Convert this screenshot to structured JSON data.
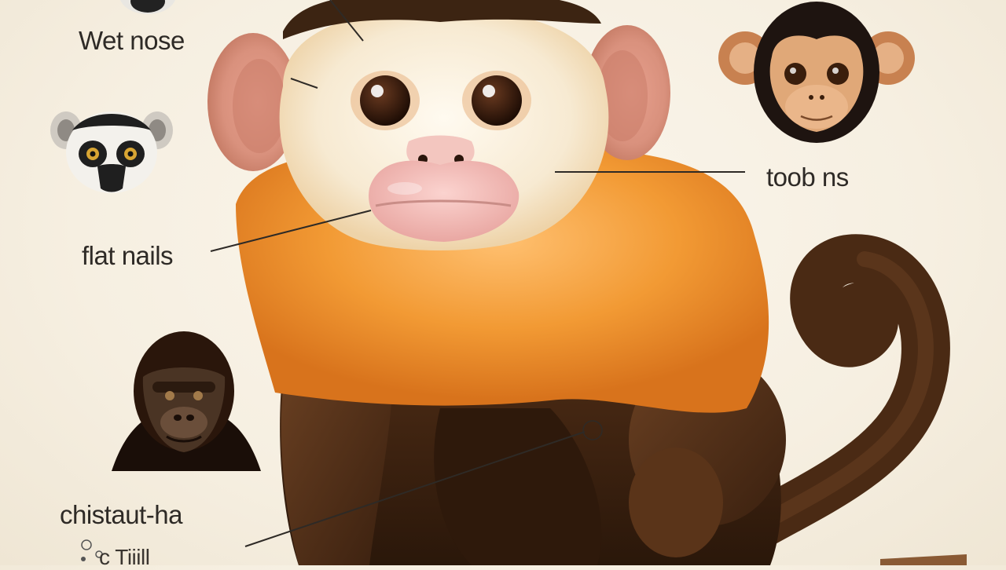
{
  "labels": {
    "wet_nose": "Wet nose",
    "toob_ns": "toob ns",
    "flat_nails": "flat nails",
    "chistaut_ha": "chistaut-ha",
    "garbled_bottom": "c Tiiill"
  },
  "colors": {
    "background": "#f6efe1",
    "fur_orange": "#f0902a",
    "fur_dark": "#3a200f",
    "face_cream": "#f6ead3",
    "skin_pink": "#f0b8b0",
    "leader_line": "#2e2a26"
  },
  "icons": [
    "lemur-icon",
    "chimpanzee-icon",
    "gorilla-icon",
    "capuchin-monkey-illustration"
  ]
}
